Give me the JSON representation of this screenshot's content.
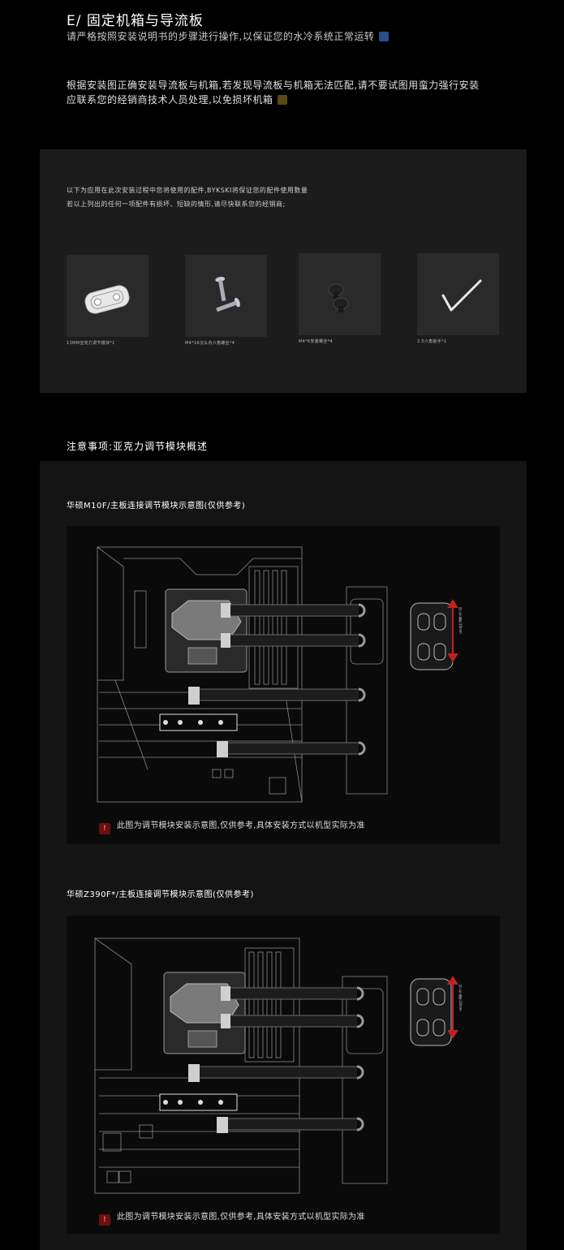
{
  "header": {
    "title": "E/ 固定机箱与导流板",
    "subtitle": "请严格按照安装说明书的步骤进行操作,以保证您的水冷系统正常运转"
  },
  "intro": {
    "line1": "根据安装图正确安装导流板与机箱,若发现导流板与机箱无法匹配,请不要试图用蛮力强行安装",
    "line2": "应联系您的经销商技术人员处理,以免损坏机箱"
  },
  "parts_panel": {
    "line1": "以下为应用在此次安装过程中您将使用的配件,BYKSKI将保证您的配件使用数量",
    "line2": "若以上列出的任何一项配件有损坏、短缺的情形,请尽快联系您的经销商;",
    "items": [
      {
        "caption": "13MM亚克力调节模块*1",
        "icon": "acrylic-module-icon"
      },
      {
        "caption": "M4*16沉头内六角螺丝*4",
        "icon": "countersunk-screw-icon"
      },
      {
        "caption": "M4*6安装螺丝*4",
        "icon": "mounting-screw-icon"
      },
      {
        "caption": "2.5六角扳手*1",
        "icon": "hex-wrench-icon"
      }
    ]
  },
  "notes_heading": "注意事项:亚克力调节模块概述",
  "diagrams": [
    {
      "title": "华硕M10F/主板连接调节模块示意图(仅供参考)",
      "arrow_label": "可上下调节10mm",
      "note": "此图为调节模块安装示意图,仅供参考,具体安装方式以机型实际为准"
    },
    {
      "title": "华硕Z390F*/主板连接调节模块示意图(仅供参考)",
      "arrow_label": "可上下调节10mm",
      "note": "此图为调节模块安装示意图,仅供参考,具体安装方式以机型实际为准"
    }
  ],
  "colors": {
    "arrow": "#c42020",
    "emoji_blue": "#2a6fd6",
    "emoji_yellow": "#e0b020"
  }
}
